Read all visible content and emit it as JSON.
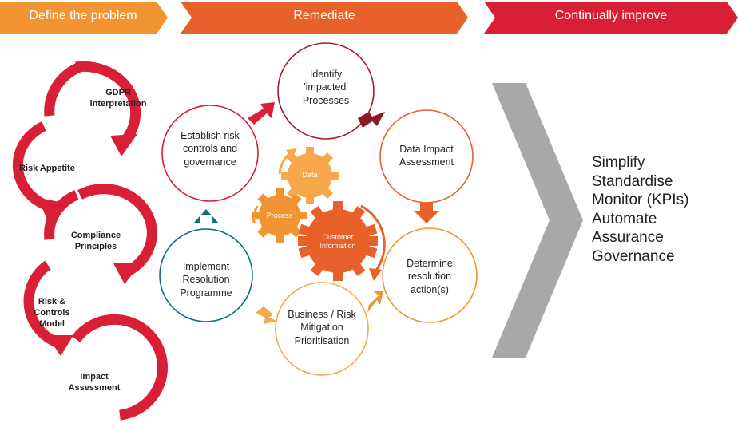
{
  "header": {
    "phases": [
      "Define the problem",
      "Remediate",
      "Continually improve"
    ],
    "colors": {
      "define": "#f39433",
      "remediate": "#e8612b",
      "improve": "#d91f36"
    }
  },
  "define_steps": [
    "GDPR interpretation",
    "Risk Appetite",
    "Compliance Principles",
    "Risk & Controls Model",
    "Impact Assessment"
  ],
  "remediate_cycle": {
    "steps": [
      "Identify 'impacted' Processes",
      "Data Impact Assessment",
      "Determine resolution action(s)",
      "Business / Risk Mitigation Prioritisation",
      "Implement Resolution Programme",
      "Establish risk controls and governance"
    ],
    "gears": [
      "Data",
      "Process",
      "Customer Information"
    ]
  },
  "improve_outcomes": [
    "Simplify",
    "Standardise",
    "Monitor (KPIs)",
    "Automate",
    "Assurance",
    "Governance"
  ],
  "icons": {
    "arrow": "arrow-icon",
    "gear": "gear-icon",
    "chevron": "chevron-icon"
  }
}
